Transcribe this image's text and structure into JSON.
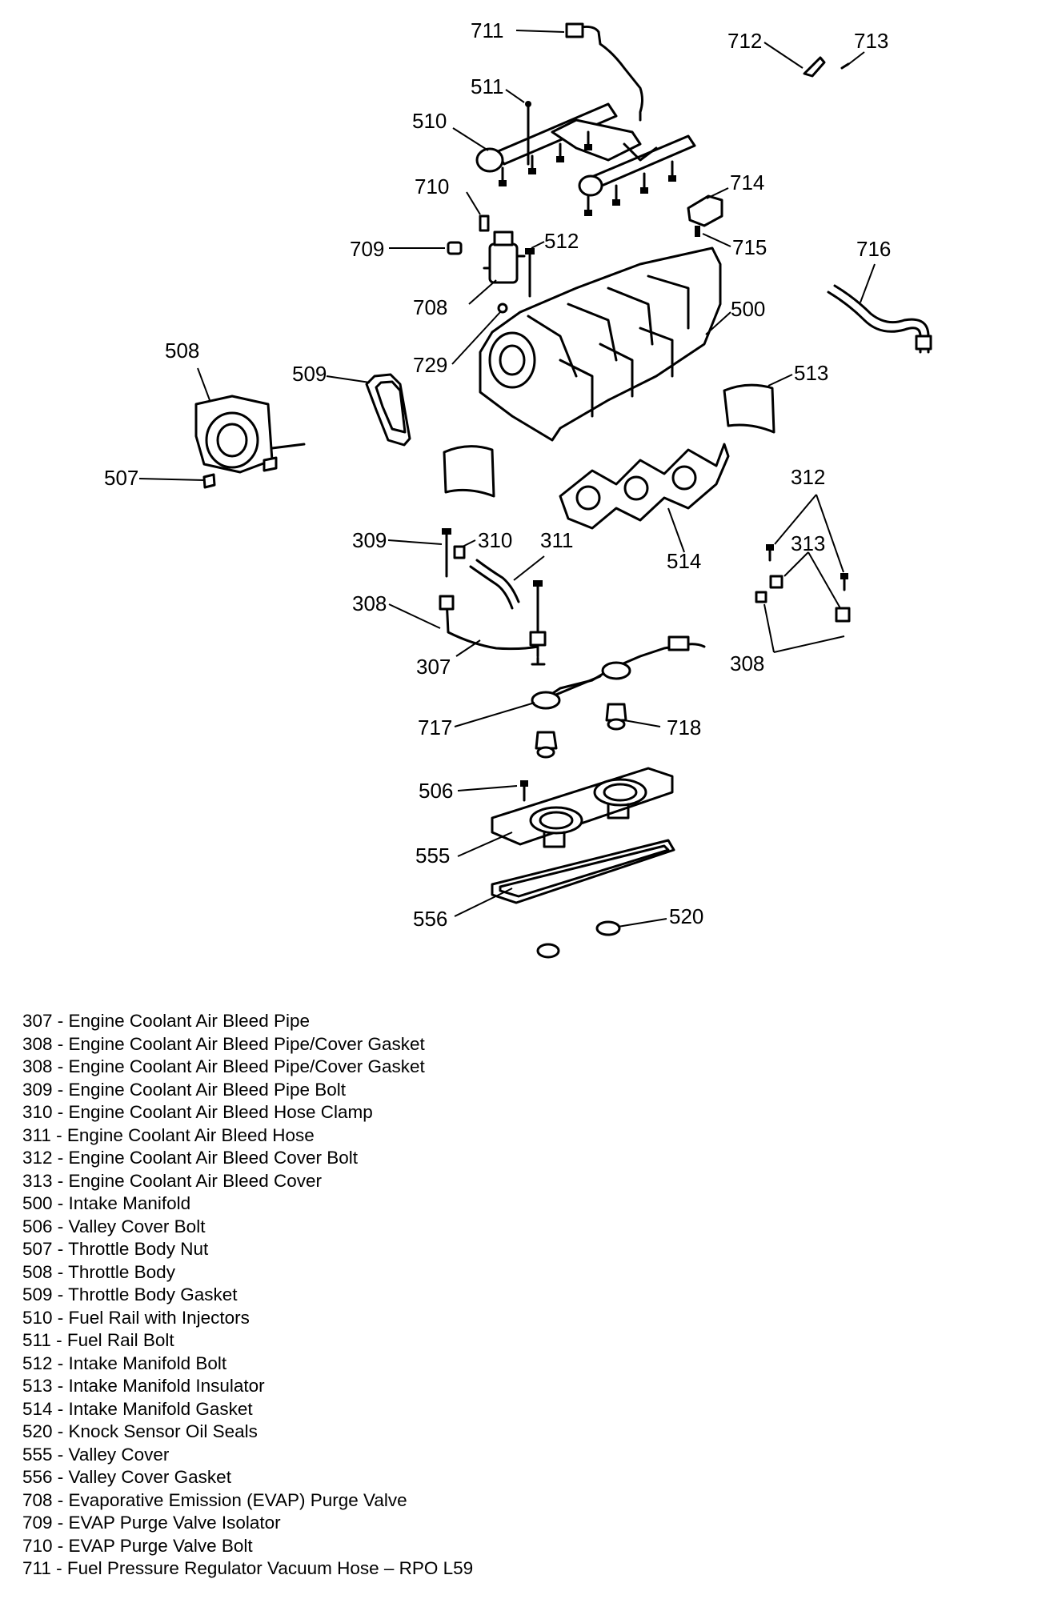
{
  "callouts": {
    "c307": "307",
    "c308a": "308",
    "c308b": "308",
    "c309": "309",
    "c310": "310",
    "c311": "311",
    "c312": "312",
    "c313": "313",
    "c500": "500",
    "c506": "506",
    "c507": "507",
    "c508": "508",
    "c509": "509",
    "c510": "510",
    "c511": "511",
    "c512": "512",
    "c513": "513",
    "c514": "514",
    "c520": "520",
    "c555": "555",
    "c556": "556",
    "c708": "708",
    "c709": "709",
    "c710": "710",
    "c711": "711",
    "c712": "712",
    "c713": "713",
    "c714": "714",
    "c715": "715",
    "c716": "716",
    "c717": "717",
    "c718": "718",
    "c729": "729"
  },
  "legend": [
    "307 - Engine Coolant Air Bleed Pipe",
    "308 - Engine Coolant Air Bleed Pipe/Cover Gasket",
    "308 - Engine Coolant Air Bleed Pipe/Cover Gasket",
    "309 - Engine Coolant Air Bleed Pipe Bolt",
    "310 - Engine Coolant Air Bleed Hose Clamp",
    "311 - Engine Coolant Air Bleed Hose",
    "312 - Engine Coolant Air Bleed Cover Bolt",
    "313 - Engine Coolant Air Bleed Cover",
    "500 - Intake Manifold",
    "506 - Valley Cover Bolt",
    "507 - Throttle Body Nut",
    "508 - Throttle Body",
    "509 - Throttle Body Gasket",
    "510 - Fuel Rail with Injectors",
    "511 - Fuel Rail Bolt",
    "512 - Intake Manifold Bolt",
    "513 - Intake Manifold Insulator",
    "514 - Intake Manifold Gasket",
    "520 - Knock Sensor Oil Seals",
    "555 - Valley Cover",
    "556 - Valley Cover Gasket",
    "708 - Evaporative Emission (EVAP) Purge Valve",
    "709 - EVAP Purge Valve Isolator",
    "710 - EVAP Purge Valve Bolt",
    "711 - Fuel Pressure Regulator Vacuum Hose – RPO L59"
  ]
}
